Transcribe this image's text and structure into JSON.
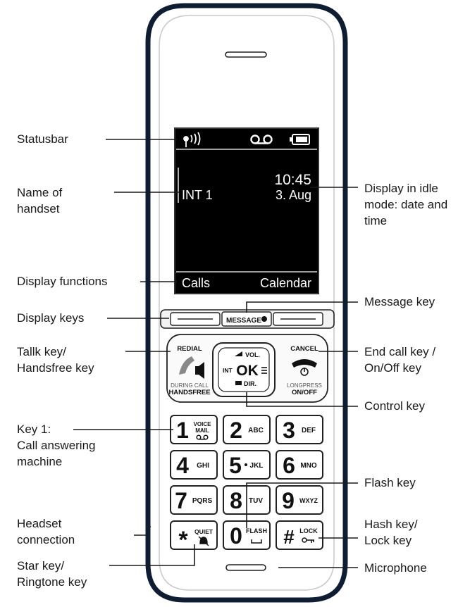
{
  "screen": {
    "time": "10:45",
    "date": "3. Aug",
    "handset_name": "INT 1",
    "softkey_left": "Calls",
    "softkey_right": "Calendar"
  },
  "keys": {
    "message": "MESSAGE",
    "redial": "REDIAL",
    "during_call": "DURING CALL",
    "handsfree": "HANDSFREE",
    "cancel": "CANCEL",
    "longpress": "LONGPRESS",
    "onoff": "ON/OFF",
    "vol": "VOL.",
    "int": "INT",
    "ok": "OK",
    "dir": "DIR.",
    "keypad": [
      {
        "digit": "1",
        "sub1": "VOICE",
        "sub2": "MAIL"
      },
      {
        "digit": "2",
        "sub1": "ABC",
        "sub2": ""
      },
      {
        "digit": "3",
        "sub1": "DEF",
        "sub2": ""
      },
      {
        "digit": "4",
        "sub1": "GHI",
        "sub2": ""
      },
      {
        "digit": "5",
        "sub1": "JKL",
        "sub2": ""
      },
      {
        "digit": "6",
        "sub1": "MNO",
        "sub2": ""
      },
      {
        "digit": "7",
        "sub1": "PQRS",
        "sub2": ""
      },
      {
        "digit": "8",
        "sub1": "TUV",
        "sub2": ""
      },
      {
        "digit": "9",
        "sub1": "WXYZ",
        "sub2": ""
      },
      {
        "digit": "*",
        "sub1": "QUIET",
        "sub2": ""
      },
      {
        "digit": "0",
        "sub1": "FLASH",
        "sub2": ""
      },
      {
        "digit": "#",
        "sub1": "LOCK",
        "sub2": ""
      }
    ]
  },
  "labels_left": {
    "statusbar": "Statusbar",
    "name_line1": "Name of",
    "name_line2": "handset",
    "display_functions": "Display functions",
    "display_keys": "Display keys",
    "talk_line1": "Tallk key/",
    "talk_line2": "Handsfree key",
    "key1_line1": "Key 1:",
    "key1_line2": "Call answering",
    "key1_line3": "machine",
    "headset_line1": "Headset",
    "headset_line2": "connection",
    "star_line1": "Star key/",
    "star_line2": "Ringtone key"
  },
  "labels_right": {
    "display_line1": "Display in idle",
    "display_line2": "mode: date and",
    "display_line3": "time",
    "message_key": "Message key",
    "endcall_line1": "End call key /",
    "endcall_line2": "On/Off key",
    "control_key": "Control key",
    "flash_key": "Flash key",
    "hash_line1": "Hash key/",
    "hash_line2": "Lock key",
    "microphone": "Microphone"
  }
}
